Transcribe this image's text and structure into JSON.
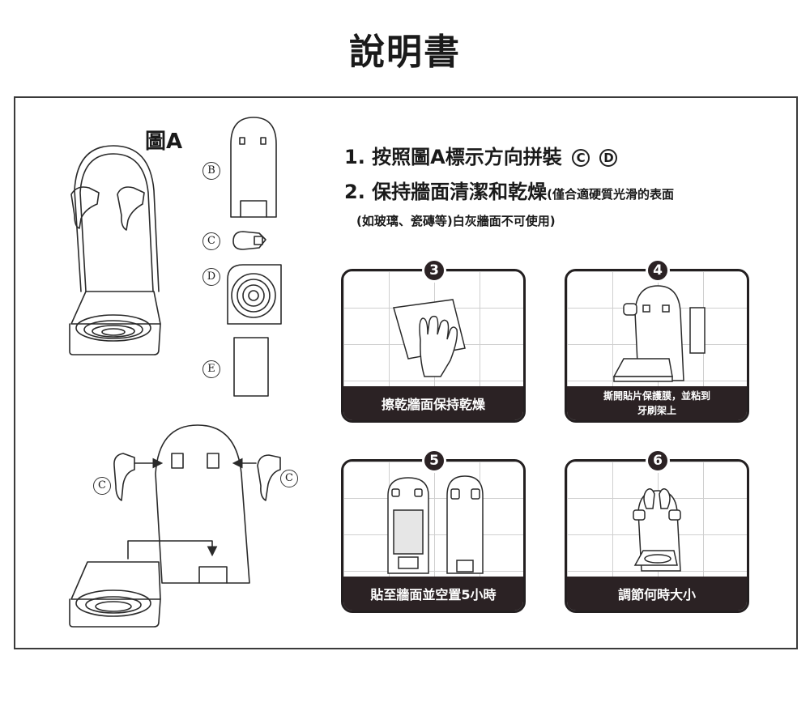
{
  "title": "說明書",
  "figure_label": "圖A",
  "part_labels": {
    "b": "B",
    "c": "C",
    "d": "D",
    "e": "E"
  },
  "instructions": {
    "step1": "1. 按照圖A標示方向拼裝",
    "step1_marks": [
      "C",
      "D"
    ],
    "step2": "2. 保持牆面清潔和乾燥",
    "step2_small": "(僅合適硬質光滑的表面",
    "note": "(如玻璃、瓷磚等)白灰牆面不可使用)"
  },
  "steps": [
    {
      "number": "3",
      "caption": "擦乾牆面保持乾燥"
    },
    {
      "number": "4",
      "caption_line1": "撕開貼片保護膜，並粘到",
      "caption_line2": "牙刷架上"
    },
    {
      "number": "5",
      "caption": "貼至牆面並空置5小時"
    },
    {
      "number": "6",
      "caption": "調節何時大小"
    }
  ]
}
